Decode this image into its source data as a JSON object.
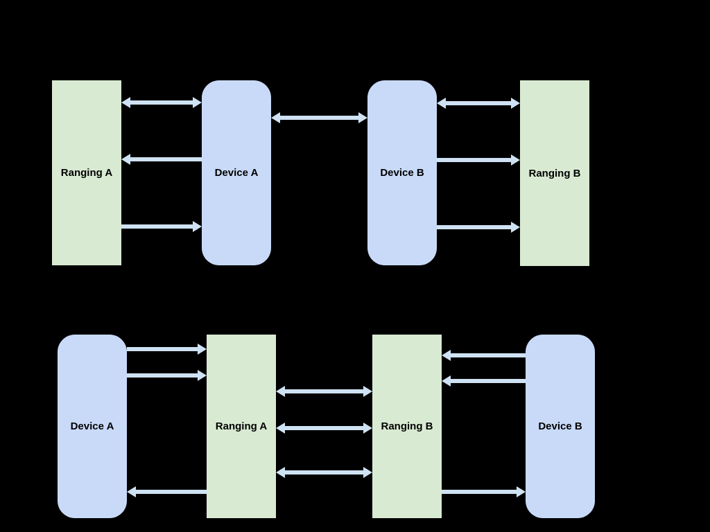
{
  "colors": {
    "bg": "#000000",
    "ranging_box": "#d9ead3",
    "device_box": "#c9daf8",
    "arrow": "#cfe2f3",
    "label_text": "#000000"
  },
  "diagram_top": {
    "nodes": {
      "ranging_a": "Ranging A",
      "device_a": "Device A",
      "device_b": "Device B",
      "ranging_b": "Ranging B"
    },
    "edges": [
      {
        "between": [
          "Ranging A",
          "Device A"
        ],
        "direction": "bidirectional"
      },
      {
        "between": [
          "Device A",
          "Ranging A"
        ],
        "direction": "to Ranging A"
      },
      {
        "between": [
          "Ranging A",
          "Device A"
        ],
        "direction": "to Device A"
      },
      {
        "between": [
          "Device A",
          "Device B"
        ],
        "direction": "bidirectional"
      },
      {
        "between": [
          "Device B",
          "Ranging B"
        ],
        "direction": "bidirectional"
      },
      {
        "between": [
          "Device B",
          "Ranging B"
        ],
        "direction": "to Ranging B"
      },
      {
        "between": [
          "Device B",
          "Ranging B"
        ],
        "direction": "to Ranging B"
      }
    ]
  },
  "diagram_bottom": {
    "nodes": {
      "device_a": "Device A",
      "ranging_a": "Ranging A",
      "ranging_b": "Ranging B",
      "device_b": "Device B"
    },
    "edges": [
      {
        "between": [
          "Device A",
          "Ranging A"
        ],
        "direction": "to Ranging A"
      },
      {
        "between": [
          "Device A",
          "Ranging A"
        ],
        "direction": "to Ranging A"
      },
      {
        "between": [
          "Ranging A",
          "Device A"
        ],
        "direction": "to Device A"
      },
      {
        "between": [
          "Ranging A",
          "Ranging B"
        ],
        "direction": "bidirectional"
      },
      {
        "between": [
          "Ranging A",
          "Ranging B"
        ],
        "direction": "bidirectional"
      },
      {
        "between": [
          "Ranging A",
          "Ranging B"
        ],
        "direction": "bidirectional"
      },
      {
        "between": [
          "Device B",
          "Ranging B"
        ],
        "direction": "to Ranging B"
      },
      {
        "between": [
          "Device B",
          "Ranging B"
        ],
        "direction": "to Ranging B"
      },
      {
        "between": [
          "Ranging B",
          "Device B"
        ],
        "direction": "to Device B"
      }
    ]
  }
}
